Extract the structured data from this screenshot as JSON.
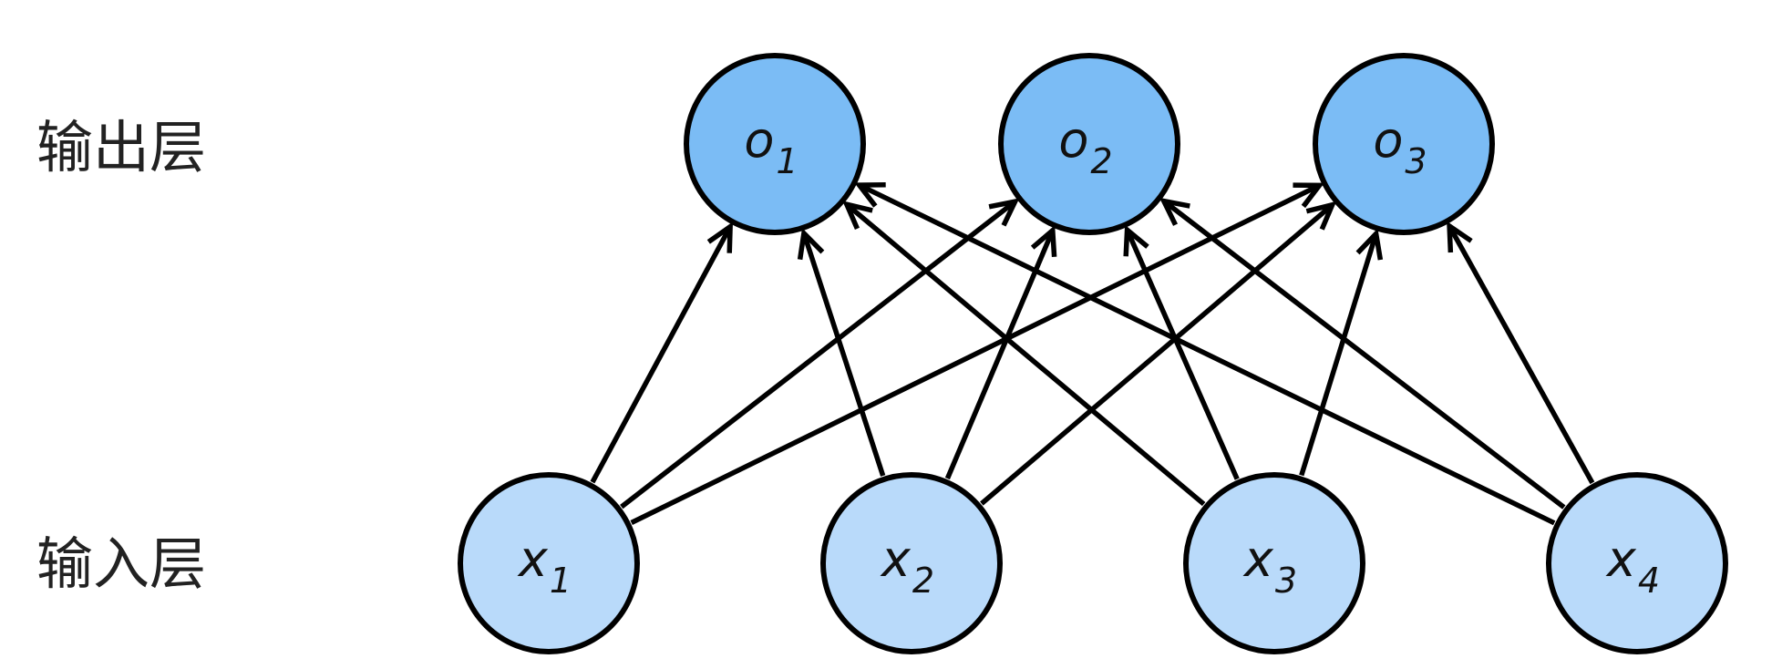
{
  "labels": {
    "output_layer": "输出层",
    "input_layer": "输入层"
  },
  "output_nodes": [
    {
      "id": "o1",
      "symbol": "o",
      "subscript": "1"
    },
    {
      "id": "o2",
      "symbol": "o",
      "subscript": "2"
    },
    {
      "id": "o3",
      "symbol": "o",
      "subscript": "3"
    }
  ],
  "input_nodes": [
    {
      "id": "x1",
      "symbol": "x",
      "subscript": "1"
    },
    {
      "id": "x2",
      "symbol": "x",
      "subscript": "2"
    },
    {
      "id": "x3",
      "symbol": "x",
      "subscript": "3"
    },
    {
      "id": "x4",
      "symbol": "x",
      "subscript": "4"
    }
  ],
  "colors": {
    "output_fill": "#7bbcf5",
    "input_fill": "#b9dafa",
    "stroke": "#000000"
  }
}
